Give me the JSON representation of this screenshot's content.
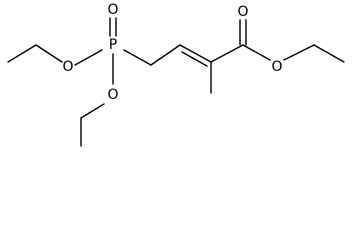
{
  "molecule": {
    "atoms": {
      "phosphorus": "P",
      "phosphoryl_oxygen": "O",
      "ethoxy_oxygen_left": "O",
      "ethoxy_oxygen_lower": "O",
      "carbonyl_oxygen": "O",
      "ester_oxygen": "O"
    }
  }
}
